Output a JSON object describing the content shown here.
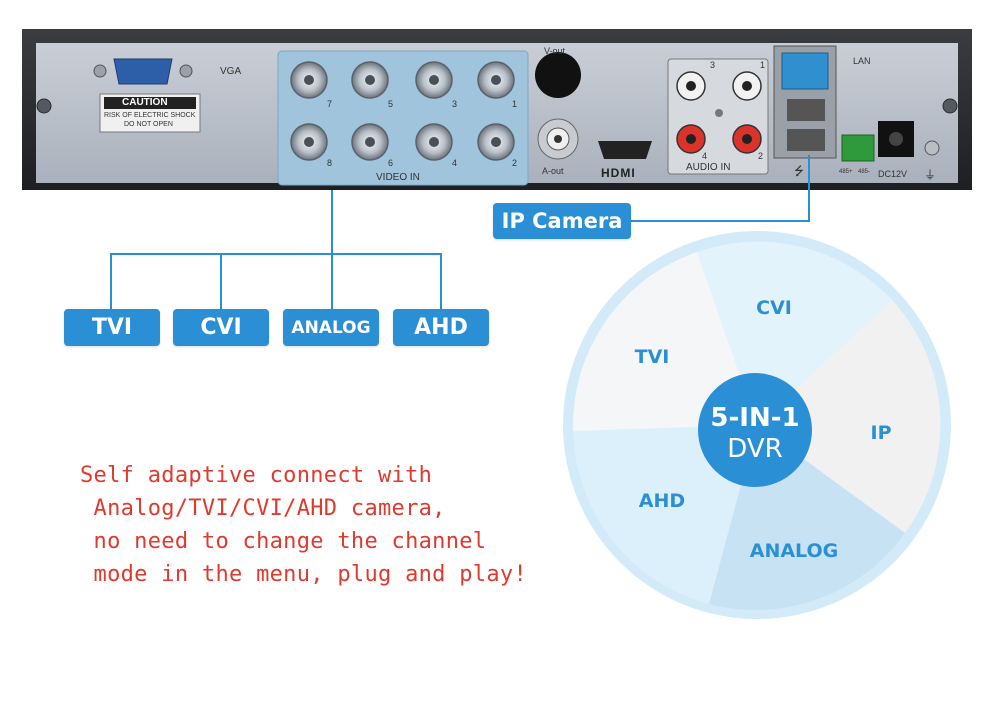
{
  "panel": {
    "vga_label": "VGA",
    "caution_title": "CAUTION",
    "caution_line1": "RISK OF ELECTRIC SHOCK",
    "caution_line2": "DO NOT OPEN",
    "video_in_label": "VIDEO IN",
    "channels_top": [
      "7",
      "5",
      "3",
      "1"
    ],
    "channels_bottom": [
      "8",
      "6",
      "4",
      "2"
    ],
    "vout_label": "V-out",
    "aout_label": "A-out",
    "hdmi_label": "HDMI",
    "audio_in_label": "AUDIO IN",
    "audio_numbers": [
      "3",
      "1",
      "4",
      "2"
    ],
    "lan_label": "LAN",
    "rs485_a": "485+",
    "rs485_b": "485-",
    "dc_label": "DC12V"
  },
  "tags": {
    "ip_camera": "IP Camera",
    "tvi": "TVI",
    "cvi": "CVI",
    "analog": "ANALOG",
    "ahd": "AHD"
  },
  "note": {
    "line1": "Self adaptive connect with",
    "line2": " Analog/TVI/CVI/AHD camera,",
    "line3": " no need to change the channel",
    "line4": " mode in the menu, plug and play!"
  },
  "wheel": {
    "center_title": "5-IN-1",
    "center_subtitle": "DVR",
    "segments": [
      "CVI",
      "IP",
      "ANALOG",
      "AHD",
      "TVI"
    ],
    "accent": "#2b8fd6"
  }
}
